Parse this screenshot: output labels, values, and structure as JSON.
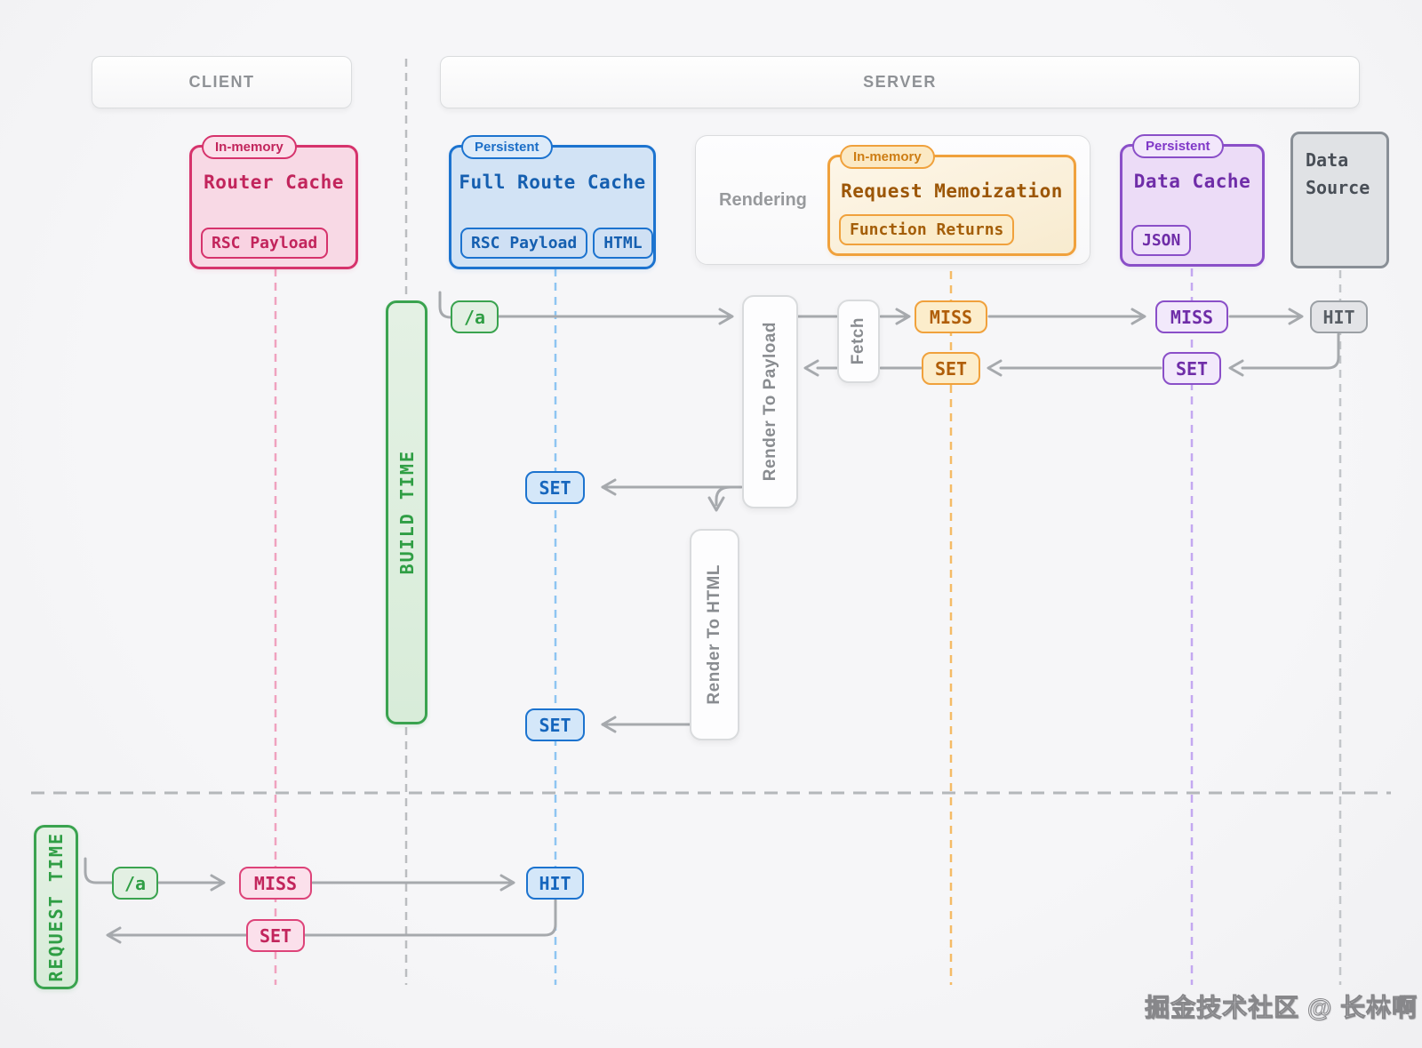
{
  "headers": {
    "client": "CLIENT",
    "server": "SERVER"
  },
  "caches": {
    "router": {
      "badge": "In-memory",
      "title": "Router Cache",
      "chips": [
        "RSC Payload"
      ]
    },
    "full_route": {
      "badge": "Persistent",
      "title": "Full Route Cache",
      "chips": [
        "RSC Payload",
        "HTML"
      ]
    },
    "request_memoization": {
      "badge": "In-memory",
      "title": "Request Memoization",
      "chips": [
        "Function Returns"
      ]
    },
    "data_cache": {
      "badge": "Persistent",
      "title": "Data Cache",
      "chips": [
        "JSON"
      ]
    },
    "data_source": {
      "line1": "Data",
      "line2": "Source"
    }
  },
  "rendering_label": "Rendering",
  "timelines": {
    "build": "BUILD TIME",
    "request": "REQUEST TIME"
  },
  "processes": {
    "render_to_payload": "Render To Payload",
    "render_to_html": "Render To HTML",
    "fetch": "Fetch"
  },
  "flow": {
    "build_time": {
      "route": "/a",
      "memoization_miss": "MISS",
      "data_cache_miss": "MISS",
      "source_hit": "HIT",
      "memoization_set": "SET",
      "data_cache_set": "SET",
      "full_route_set_payload": "SET",
      "full_route_set_html": "SET"
    },
    "request_time": {
      "route": "/a",
      "router_miss": "MISS",
      "full_route_hit": "HIT",
      "router_set": "SET"
    }
  },
  "watermark": "掘金技术社区 @ 长林啊",
  "colors": {
    "pink": "#d6336c",
    "blue": "#1c73cf",
    "orange": "#f0a13c",
    "purple": "#8a4fc8",
    "green": "#3aa34f",
    "gray": "#9ba0a5",
    "arrow": "#a6a9ad"
  }
}
